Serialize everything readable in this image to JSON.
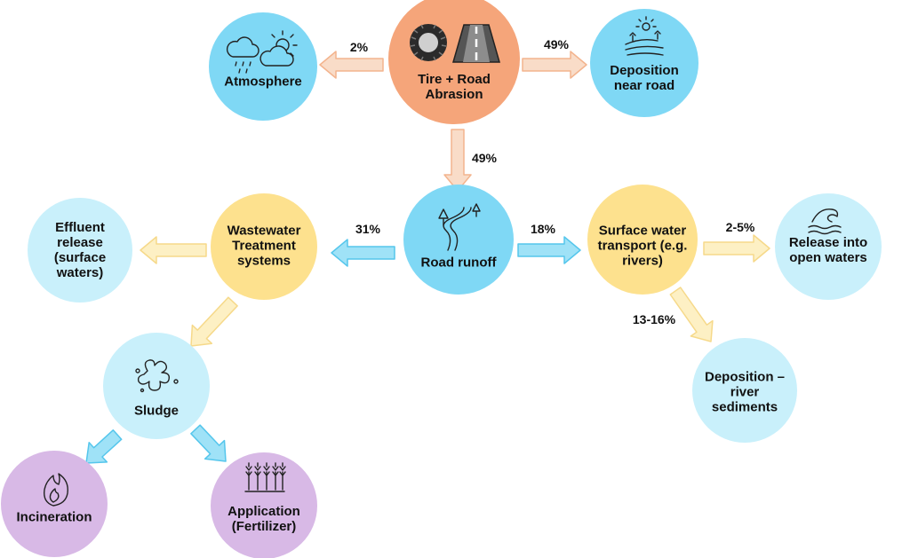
{
  "colors": {
    "orange_node": "#f5a57a",
    "blue_node": "#7fd8f5",
    "light_blue_node": "#c9f0fb",
    "yellow_node": "#fde18e",
    "purple_node": "#d8b9e6",
    "arrow_orange": "#f9dcc8",
    "arrow_orange_stroke": "#f3b48e",
    "arrow_blue": "#9fe2f7",
    "arrow_blue_stroke": "#55c6ec",
    "arrow_yellow": "#fdf0c4",
    "arrow_yellow_stroke": "#f6d98a"
  },
  "nodes": {
    "source": {
      "label": "Tire + Road\nAbrasion",
      "icons": [
        "tire-icon",
        "road-icon"
      ]
    },
    "atmosphere": {
      "label": "Atmosphere",
      "icons": [
        "cloud-rain-icon",
        "cloud-sun-icon"
      ]
    },
    "deposition_road": {
      "label": "Deposition\nnear road",
      "icons": [
        "field-sun-icon"
      ]
    },
    "road_runoff": {
      "label": "Road runoff",
      "icons": [
        "winding-road-trees-icon"
      ]
    },
    "wastewater": {
      "label": "Wastewater\nTreatment\nsystems",
      "icons": []
    },
    "effluent": {
      "label": "Effluent\nrelease\n(surface\nwaters)",
      "icons": []
    },
    "surface_water": {
      "label": "Surface water\ntransport (e.g.\nrivers)",
      "icons": []
    },
    "open_waters": {
      "label": "Release into\nopen waters",
      "icons": [
        "wave-icon"
      ]
    },
    "river_sediments": {
      "label": "Deposition –\nriver\nsediments",
      "icons": []
    },
    "sludge": {
      "label": "Sludge",
      "icons": [
        "splash-icon"
      ]
    },
    "incineration": {
      "label": "Incineration",
      "icons": [
        "flame-icon"
      ]
    },
    "application": {
      "label": "Application\n(Fertilizer)",
      "icons": [
        "wheat-icon"
      ]
    }
  },
  "flows": {
    "to_atmosphere": "2%",
    "to_deposition_road": "49%",
    "to_road_runoff": "49%",
    "to_wastewater": "31%",
    "to_surface_water": "18%",
    "to_open_waters": "2-5%",
    "to_river_sediments": "13-16%"
  }
}
